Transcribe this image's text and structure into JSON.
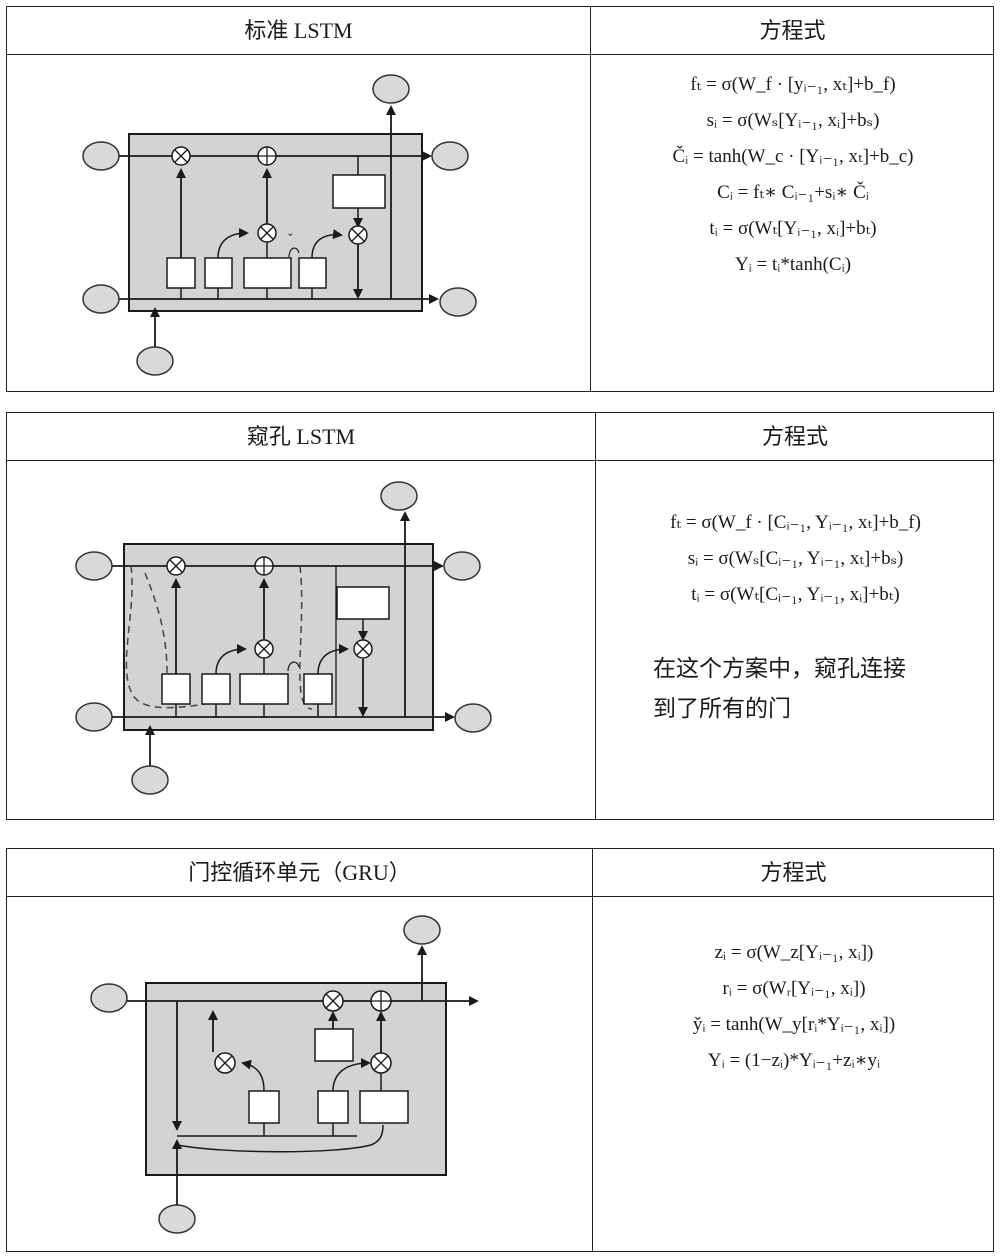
{
  "panels": [
    {
      "diagram_title": "标准 LSTM",
      "equations_title": "方程式",
      "equations": [
        "fₜ = σ(W_f · [yᵢ₋₁, xₜ]+b_f)",
        "sᵢ = σ(Wₛ[Yᵢ₋₁, xᵢ]+bₛ)",
        "Čᵢ = tanh(W_c · [Yᵢ₋₁, xₜ]+b_c)",
        "Cᵢ = fₜ∗ Cᵢ₋₁+sᵢ∗ Čᵢ",
        "tᵢ = σ(Wₜ[Yᵢ₋₁, xᵢ]+bₜ)",
        "Yᵢ = tᵢ*tanh(Cᵢ)"
      ]
    },
    {
      "diagram_title": "窥孔 LSTM",
      "equations_title": "方程式",
      "equations": [
        "fₜ = σ(W_f · [Cᵢ₋₁, Yᵢ₋₁, xₜ]+b_f)",
        "sᵢ = σ(Wₛ[Cᵢ₋₁, Yᵢ₋₁, xₜ]+bₛ)",
        "tᵢ = σ(Wₜ[Cᵢ₋₁, Yᵢ₋₁, xᵢ]+bₜ)"
      ],
      "note_line1": "在这个方案中，窥孔连接",
      "note_line2": "到了所有的门"
    },
    {
      "diagram_title": "门控循环单元（GRU）",
      "equations_title": "方程式",
      "equations": [
        "zᵢ = σ(W_z[Yᵢ₋₁, xᵢ])",
        "rᵢ = σ(Wᵣ[Yᵢ₋₁, xᵢ])",
        "y̌ᵢ = tanh(W_y[rᵢ*Yᵢ₋₁, xᵢ])",
        "Yᵢ = (1−zᵢ)*Yᵢ₋₁+zᵢ∗yᵢ"
      ]
    }
  ],
  "colors": {
    "cell_fill": "#d3d3d3",
    "node_fill": "#d9d9d9",
    "line": "#1a1a1a"
  }
}
